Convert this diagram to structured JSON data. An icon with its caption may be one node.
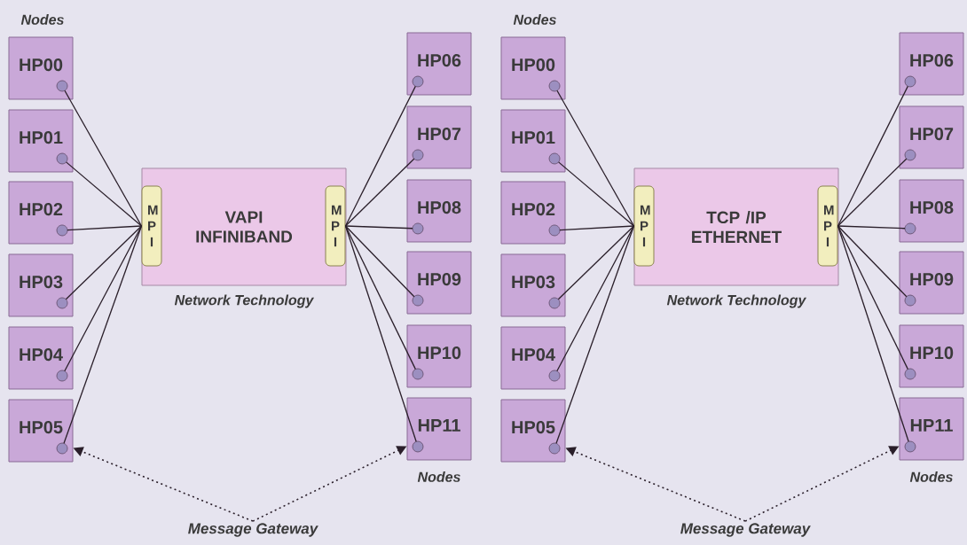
{
  "diagram": {
    "nodes": [
      {
        "text": [
          "VAPI INFINIBAND"
        ],
        "beside": [
          "Network Technology"
        ]
      },
      {
        "text": [
          "M P I"
        ],
        "in": 0
      },
      {
        "text": [
          "M P I"
        ],
        "in": 0
      },
      {
        "text": [
          "HP00"
        ]
      },
      {
        "text": [
          "HP01"
        ]
      },
      {
        "text": [
          "HP02"
        ]
      },
      {
        "text": [
          "HP03"
        ]
      },
      {
        "text": [
          "HP04"
        ]
      },
      {
        "text": [
          "HP05"
        ]
      },
      {
        "text": [
          "HP06"
        ]
      },
      {
        "text": [
          "HP07"
        ]
      },
      {
        "text": [
          "HP08"
        ]
      },
      {
        "text": [
          "HP09"
        ]
      },
      {
        "text": [
          "HP10"
        ]
      },
      {
        "text": [
          "HP11"
        ]
      },
      {
        "text": [
          "Message Gateway"
        ]
      },
      {
        "text": [
          "TCP /IP ETHERNET"
        ],
        "beside": [
          "Network Technology"
        ]
      },
      {
        "text": [
          "M P I"
        ],
        "in": 16
      },
      {
        "text": [
          "M P I"
        ],
        "in": 16
      },
      {
        "text": [
          "HP00"
        ]
      },
      {
        "text": [
          "HP01"
        ]
      },
      {
        "text": [
          "HP02"
        ]
      },
      {
        "text": [
          "HP03"
        ]
      },
      {
        "text": [
          "HP04"
        ]
      },
      {
        "text": [
          "HP05"
        ]
      },
      {
        "text": [
          "HP06"
        ]
      },
      {
        "text": [
          "HP07"
        ]
      },
      {
        "text": [
          "HP08"
        ]
      },
      {
        "text": [
          "HP09"
        ]
      },
      {
        "text": [
          "HP10"
        ]
      },
      {
        "text": [
          "HP11"
        ]
      },
      {
        "text": [
          "Message Gateway"
        ]
      }
    ],
    "edges": [
      {
        "from": 3,
        "to": 1,
        "arrow": "none"
      },
      {
        "from": 4,
        "to": 1,
        "arrow": "none"
      },
      {
        "from": 5,
        "to": 1,
        "arrow": "none"
      },
      {
        "from": 6,
        "to": 1,
        "arrow": "none"
      },
      {
        "from": 7,
        "to": 1,
        "arrow": "none"
      },
      {
        "from": 8,
        "to": 1,
        "arrow": "none"
      },
      {
        "from": 9,
        "to": 2,
        "arrow": "none"
      },
      {
        "from": 10,
        "to": 2,
        "arrow": "none"
      },
      {
        "from": 11,
        "to": 2,
        "arrow": "none"
      },
      {
        "from": 12,
        "to": 2,
        "arrow": "none"
      },
      {
        "from": 13,
        "to": 2,
        "arrow": "none"
      },
      {
        "from": 14,
        "to": 2,
        "arrow": "none"
      },
      {
        "from": 15,
        "to": 8,
        "arrow": "to",
        "style": "dashed"
      },
      {
        "from": 15,
        "to": 14,
        "arrow": "to",
        "style": "dashed"
      },
      {
        "from": 19,
        "to": 17,
        "arrow": "none"
      },
      {
        "from": 20,
        "to": 17,
        "arrow": "none"
      },
      {
        "from": 21,
        "to": 17,
        "arrow": "none"
      },
      {
        "from": 22,
        "to": 17,
        "arrow": "none"
      },
      {
        "from": 23,
        "to": 17,
        "arrow": "none"
      },
      {
        "from": 24,
        "to": 17,
        "arrow": "none"
      },
      {
        "from": 25,
        "to": 18,
        "arrow": "none"
      },
      {
        "from": 26,
        "to": 18,
        "arrow": "none"
      },
      {
        "from": 27,
        "to": 18,
        "arrow": "none"
      },
      {
        "from": 28,
        "to": 18,
        "arrow": "none"
      },
      {
        "from": 29,
        "to": 18,
        "arrow": "none"
      },
      {
        "from": 30,
        "to": 18,
        "arrow": "none"
      },
      {
        "from": 31,
        "to": 24,
        "arrow": "to",
        "style": "dashed"
      },
      {
        "from": 31,
        "to": 30,
        "arrow": "to",
        "style": "dashed"
      }
    ],
    "labels": [
      "Nodes",
      "Nodes",
      "Nodes",
      "Nodes"
    ]
  }
}
